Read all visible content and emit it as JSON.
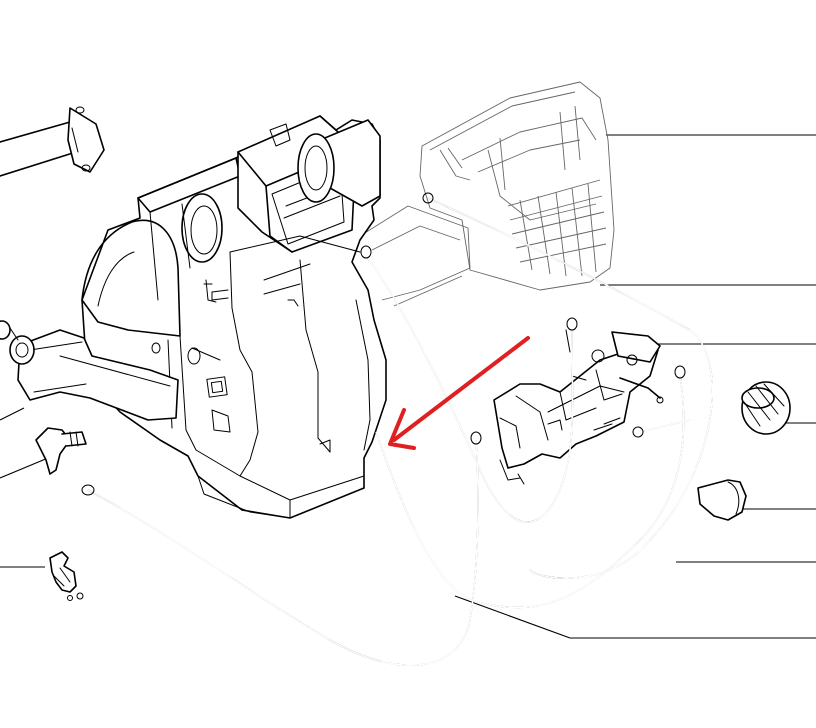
{
  "colors": {
    "line": "#000000",
    "background": "#ffffff",
    "arrow": "#e02020"
  },
  "parts": [
    {
      "id": "heater-housing",
      "icon": "heater-box"
    },
    {
      "id": "air-distributor-duct",
      "icon": "duct-grille"
    },
    {
      "id": "control-unit",
      "icon": "lever-block"
    },
    {
      "id": "control-knob",
      "icon": "knob"
    },
    {
      "id": "small-knob",
      "icon": "knob"
    },
    {
      "id": "clip",
      "icon": "clip"
    },
    {
      "id": "flap-lever",
      "icon": "lever"
    },
    {
      "id": "control-cables",
      "icon": "cable"
    }
  ],
  "annotation": {
    "type": "arrow",
    "color": "#e02020"
  }
}
